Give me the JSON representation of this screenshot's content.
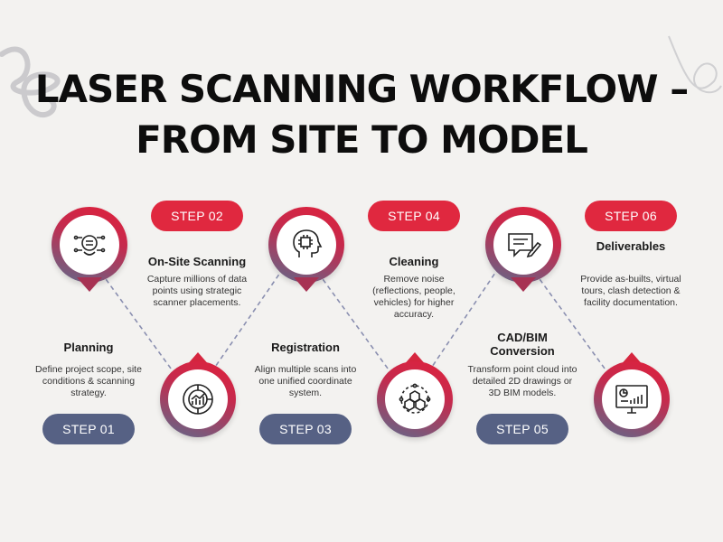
{
  "title": {
    "line1": "LASER SCANNING WORKFLOW –",
    "line2": "FROM SITE TO MODEL"
  },
  "accent_colors": {
    "red": "#e0283f",
    "blue": "#566184"
  },
  "steps": [
    {
      "label": "STEP 01",
      "heading": "Planning",
      "description": "Define project scope, site conditions & scanning strategy.",
      "icon": "planning-icon"
    },
    {
      "label": "STEP 02",
      "heading": "On-Site Scanning",
      "description": "Capture millions of data points using strategic scanner placements.",
      "icon": "analytics-icon"
    },
    {
      "label": "STEP 03",
      "heading": "Registration",
      "description": "Align multiple scans into one unified coordinate system.",
      "icon": "ai-head-icon"
    },
    {
      "label": "STEP 04",
      "heading": "Cleaning",
      "description": "Remove noise (reflections, people, vehicles) for higher accuracy.",
      "icon": "cubes-network-icon"
    },
    {
      "label": "STEP 05",
      "heading": "CAD/BIM Conversion",
      "description": "Transform point cloud into detailed 2D drawings or 3D BIM models.",
      "icon": "document-edit-icon"
    },
    {
      "label": "STEP 06",
      "heading": "Deliverables",
      "description": "Provide as-builts, virtual tours, clash detection & facility documentation.",
      "icon": "monitor-chart-icon"
    }
  ]
}
